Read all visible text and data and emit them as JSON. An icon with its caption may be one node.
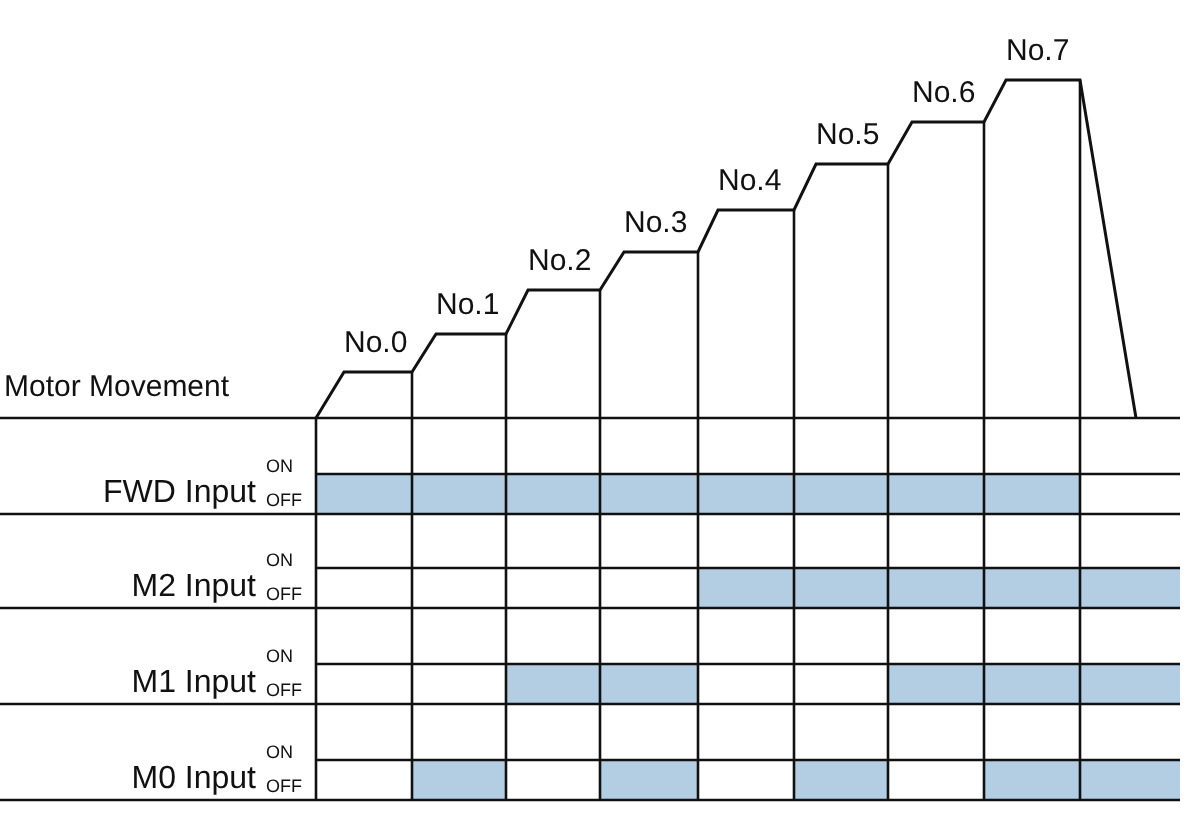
{
  "diagram": {
    "labels": [
      "No.0",
      "No.1",
      "No.2",
      "No.3",
      "No.4",
      "No.5",
      "No.6",
      "No.7",
      "Motor Movement",
      "FWD Input",
      "ON",
      "OFF",
      "M2 Input",
      "ON",
      "OFF",
      "M1 Input",
      "ON",
      "OFF",
      "M0 Input",
      "ON",
      "OFF"
    ]
  }
}
